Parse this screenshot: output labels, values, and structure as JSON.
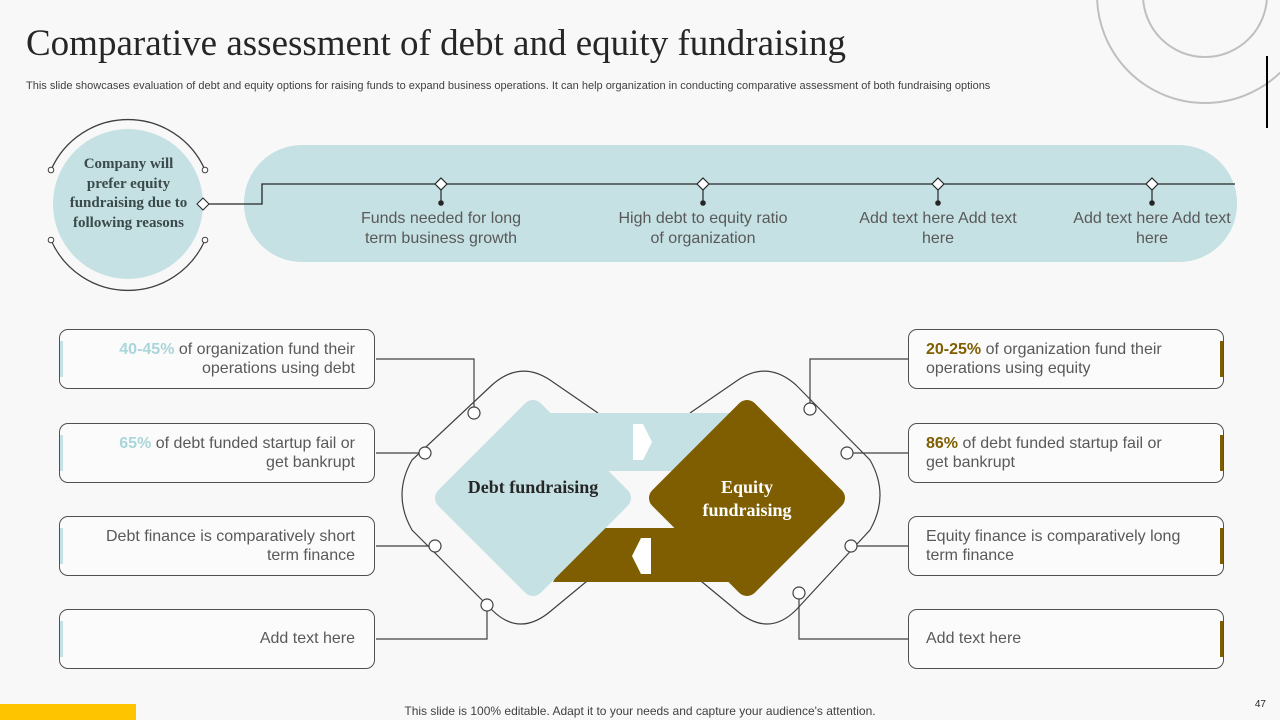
{
  "title": "Comparative assessment of debt and equity fundraising",
  "subtitle": "This slide showcases evaluation of debt and equity options for raising funds to expand business operations. It can help organization in conducting comparative assessment of both fundraising options",
  "circle_text": "Company will prefer equity fundraising due to following reasons",
  "steps": [
    {
      "text": "Funds needed for long term business growth"
    },
    {
      "text": "High debt to equity ratio of organization"
    },
    {
      "text": "Add text here Add text here"
    },
    {
      "text": "Add text here Add text here"
    }
  ],
  "center": {
    "debt_label": "Debt fundraising",
    "equity_label": "Equity fundraising"
  },
  "debt_points": [
    {
      "highlight": "40-45%",
      "text": " of organization fund their operations using debt"
    },
    {
      "highlight": "65%",
      "text": " of debt funded startup fail or get bankrupt"
    },
    {
      "highlight": "",
      "text": "Debt finance is comparatively short term finance"
    },
    {
      "highlight": "",
      "text": "Add text here"
    }
  ],
  "equity_points": [
    {
      "highlight": "20-25%",
      "text": " of organization fund their operations using equity"
    },
    {
      "highlight": "86%",
      "text": " of debt funded startup fail or get bankrupt"
    },
    {
      "highlight": "",
      "text": "Equity finance is comparatively long term finance"
    },
    {
      "highlight": "",
      "text": "Add text here"
    }
  ],
  "footer": "This slide is 100% editable. Adapt it to your needs and capture your audience's attention.",
  "page_number": "47",
  "colors": {
    "debt": "#c5e1e3",
    "equity": "#7e5e00",
    "accent": "#fec400"
  }
}
